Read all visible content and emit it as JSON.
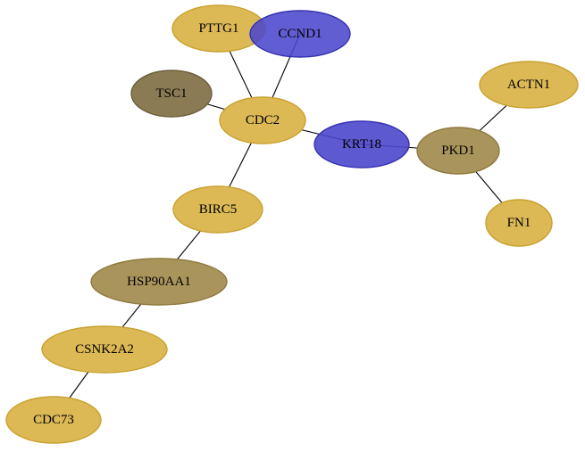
{
  "graph": {
    "colors": {
      "gold": "#dcb955",
      "gold_stroke": "#c9a232",
      "olive": "#a9955c",
      "olive_stroke": "#8f7a3e",
      "dark_olive": "#8b7b55",
      "dark_olive_stroke": "#6b5e3c",
      "blue": "#4b47cc",
      "blue_stroke": "#3532b0",
      "edge": "#000000"
    },
    "nodes": [
      {
        "id": "PTTG1",
        "label": "PTTG1",
        "color": "gold",
        "opacity": 1
      },
      {
        "id": "CCND1",
        "label": "CCND1",
        "color": "blue",
        "opacity": 0.88
      },
      {
        "id": "TSC1",
        "label": "TSC1",
        "color": "dark_olive",
        "opacity": 1
      },
      {
        "id": "CDC2",
        "label": "CDC2",
        "color": "gold",
        "opacity": 1
      },
      {
        "id": "KRT18",
        "label": "KRT18",
        "color": "blue",
        "opacity": 0.9
      },
      {
        "id": "PKD1",
        "label": "PKD1",
        "color": "olive",
        "opacity": 1
      },
      {
        "id": "ACTN1",
        "label": "ACTN1",
        "color": "gold",
        "opacity": 1
      },
      {
        "id": "FN1",
        "label": "FN1",
        "color": "gold",
        "opacity": 1
      },
      {
        "id": "BIRC5",
        "label": "BIRC5",
        "color": "gold",
        "opacity": 1
      },
      {
        "id": "HSP90AA1",
        "label": "HSP90AA1",
        "color": "olive",
        "opacity": 1
      },
      {
        "id": "CSNK2A2",
        "label": "CSNK2A2",
        "color": "gold",
        "opacity": 1
      },
      {
        "id": "CDC73",
        "label": "CDC73",
        "color": "gold",
        "opacity": 1
      }
    ],
    "edges": [
      {
        "source": "PTTG1",
        "target": "CDC2"
      },
      {
        "source": "CCND1",
        "target": "CDC2"
      },
      {
        "source": "TSC1",
        "target": "CDC2"
      },
      {
        "source": "CDC2",
        "target": "KRT18"
      },
      {
        "source": "CDC2",
        "target": "BIRC5"
      },
      {
        "source": "KRT18",
        "target": "PKD1"
      },
      {
        "source": "PKD1",
        "target": "ACTN1"
      },
      {
        "source": "PKD1",
        "target": "FN1"
      },
      {
        "source": "BIRC5",
        "target": "HSP90AA1"
      },
      {
        "source": "HSP90AA1",
        "target": "CSNK2A2"
      },
      {
        "source": "CSNK2A2",
        "target": "CDC73"
      }
    ]
  }
}
